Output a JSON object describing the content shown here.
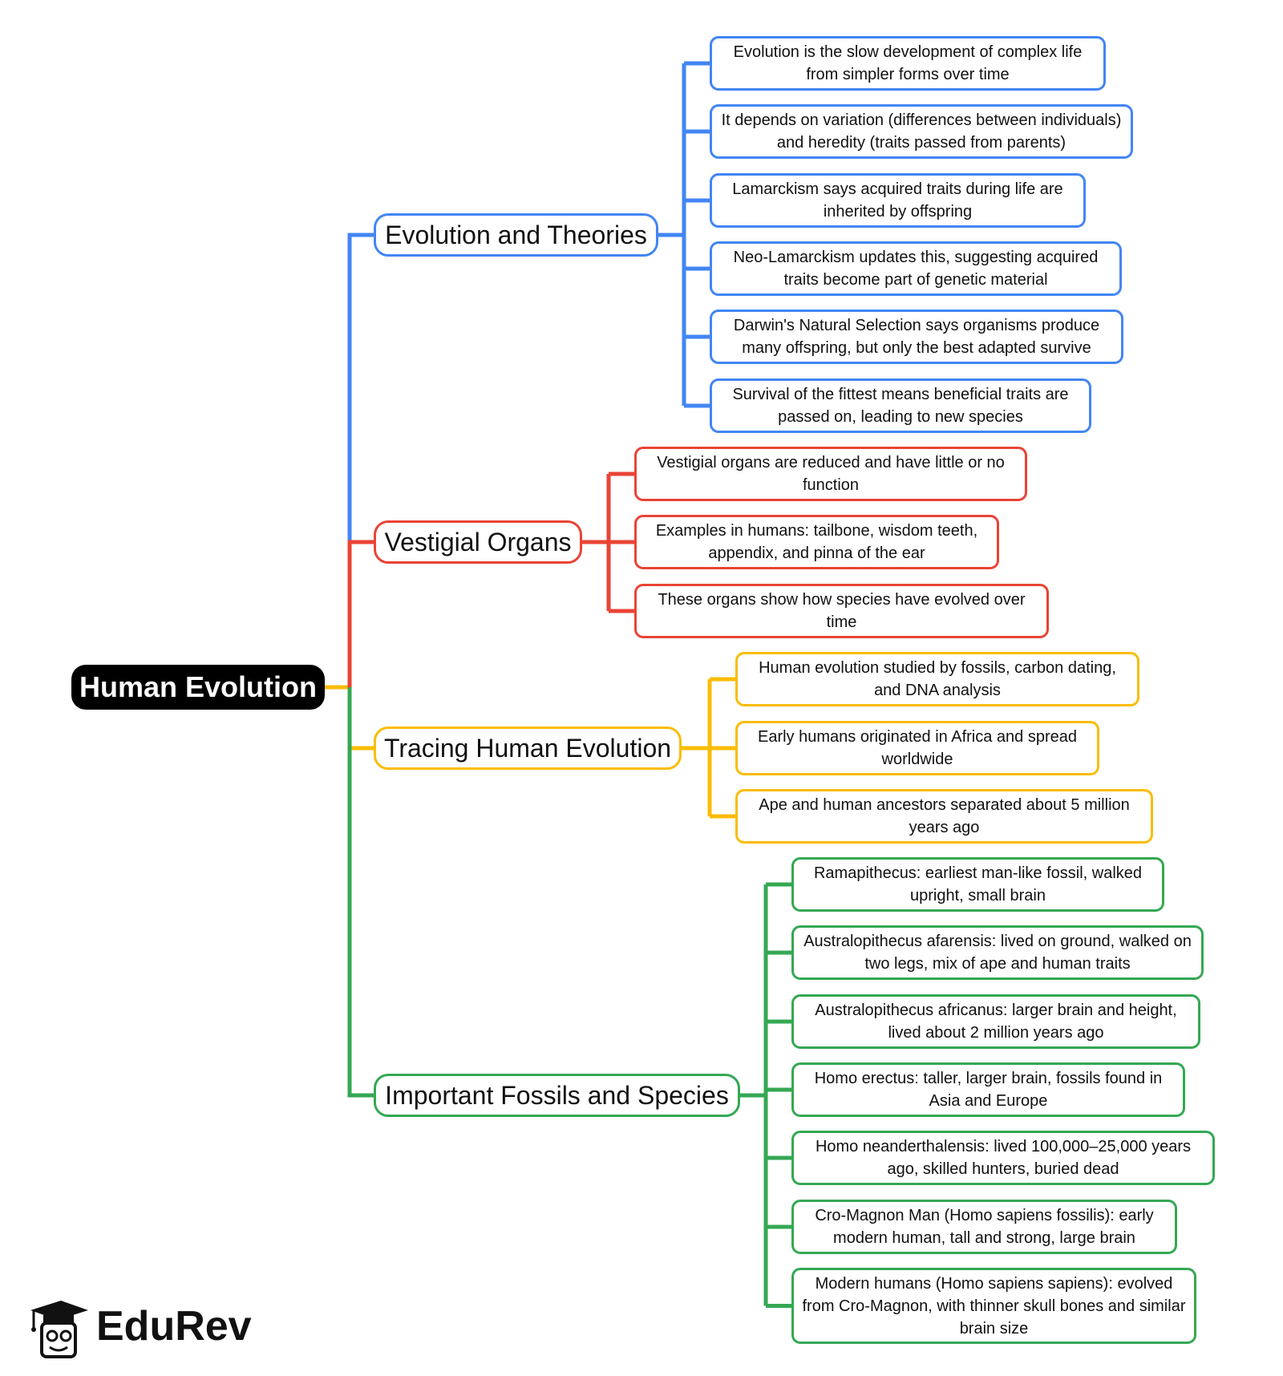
{
  "root": {
    "label": "Human Evolution"
  },
  "colors": {
    "blue": "#4285f4",
    "red": "#ea4335",
    "yellow": "#fbbc05",
    "green": "#34a853",
    "root": "#000000"
  },
  "branches": [
    {
      "label": "Evolution and Theories",
      "color": "blue",
      "items": [
        "Evolution is the slow development of complex life from simpler forms over time",
        "It depends on variation (differences between individuals) and heredity (traits passed from parents)",
        "Lamarckism says acquired traits during life are inherited by offspring",
        "Neo-Lamarckism updates this, suggesting acquired traits become part of genetic material",
        "Darwin's Natural Selection says organisms produce many offspring, but only the best adapted survive",
        "Survival of the fittest means beneficial traits are passed on, leading to new species"
      ]
    },
    {
      "label": "Vestigial Organs",
      "color": "red",
      "items": [
        "Vestigial organs are reduced and have little or no function",
        "Examples in humans: tailbone, wisdom teeth, appendix, and pinna of the ear",
        "These organs show how species have evolved over time"
      ]
    },
    {
      "label": "Tracing Human Evolution",
      "color": "yellow",
      "items": [
        "Human evolution studied by fossils, carbon dating, and DNA analysis",
        "Early humans originated in Africa and spread worldwide",
        "Ape and human ancestors separated about 5 million years ago"
      ]
    },
    {
      "label": "Important Fossils and Species",
      "color": "green",
      "items": [
        "Ramapithecus: earliest man-like fossil, walked upright, small brain",
        "Australopithecus afarensis: lived on ground, walked on two legs, mix of ape and human traits",
        "Australopithecus africanus: larger brain and height, lived about 2 million years ago",
        "Homo erectus: taller, larger brain, fossils found in Asia and Europe",
        "Homo neanderthalensis: lived 100,000–25,000 years ago, skilled hunters, buried dead",
        "Cro-Magnon Man (Homo sapiens fossilis): early modern human, tall and strong, large brain",
        "Modern humans (Homo sapiens sapiens): evolved from Cro-Magnon, with thinner skull bones and similar brain size"
      ]
    }
  ],
  "logo": {
    "text": "EduRev",
    "icon": "graduation-cap-icon"
  }
}
